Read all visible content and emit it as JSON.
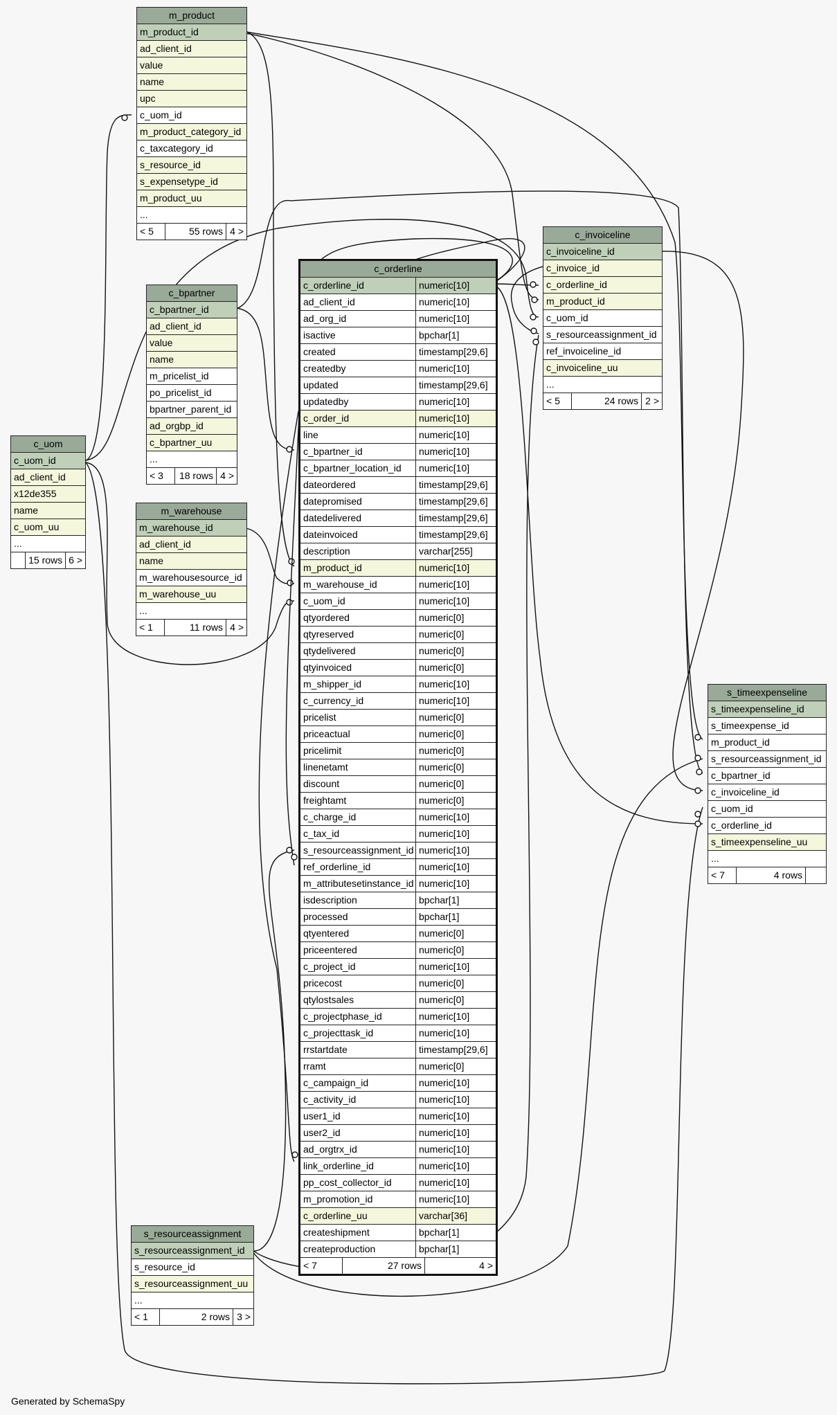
{
  "footer_text": "Generated by SchemaSpy",
  "colors": {
    "header": "#9aaa98",
    "primary_key": "#bfcfb8",
    "indexed": "#f4f7dc",
    "background": "#f7f7f7"
  },
  "tables": {
    "m_product": {
      "name": "m_product",
      "columns": [
        {
          "name": "m_product_id",
          "kind": "pk"
        },
        {
          "name": "ad_client_id",
          "kind": "idx"
        },
        {
          "name": "value",
          "kind": "idx"
        },
        {
          "name": "name",
          "kind": "idx"
        },
        {
          "name": "upc",
          "kind": "idx"
        },
        {
          "name": "c_uom_id",
          "kind": "plain"
        },
        {
          "name": "m_product_category_id",
          "kind": "idx"
        },
        {
          "name": "c_taxcategory_id",
          "kind": "plain"
        },
        {
          "name": "s_resource_id",
          "kind": "idx"
        },
        {
          "name": "s_expensetype_id",
          "kind": "idx"
        },
        {
          "name": "m_product_uu",
          "kind": "idx"
        },
        {
          "name": "...",
          "kind": "ell"
        }
      ],
      "footer": {
        "left": "< 5",
        "rows": "55 rows",
        "right": "4 >"
      }
    },
    "c_bpartner": {
      "name": "c_bpartner",
      "columns": [
        {
          "name": "c_bpartner_id",
          "kind": "pk"
        },
        {
          "name": "ad_client_id",
          "kind": "idx"
        },
        {
          "name": "value",
          "kind": "idx"
        },
        {
          "name": "name",
          "kind": "idx"
        },
        {
          "name": "m_pricelist_id",
          "kind": "plain"
        },
        {
          "name": "po_pricelist_id",
          "kind": "plain"
        },
        {
          "name": "bpartner_parent_id",
          "kind": "plain"
        },
        {
          "name": "ad_orgbp_id",
          "kind": "idx"
        },
        {
          "name": "c_bpartner_uu",
          "kind": "idx"
        },
        {
          "name": "...",
          "kind": "ell"
        }
      ],
      "footer": {
        "left": "< 3",
        "rows": "18 rows",
        "right": "4 >"
      }
    },
    "c_uom": {
      "name": "c_uom",
      "columns": [
        {
          "name": "c_uom_id",
          "kind": "pk"
        },
        {
          "name": "ad_client_id",
          "kind": "idx"
        },
        {
          "name": "x12de355",
          "kind": "idx"
        },
        {
          "name": "name",
          "kind": "idx"
        },
        {
          "name": "c_uom_uu",
          "kind": "idx"
        },
        {
          "name": "...",
          "kind": "ell"
        }
      ],
      "footer": {
        "left": "",
        "rows": "15 rows",
        "right": "6 >"
      }
    },
    "m_warehouse": {
      "name": "m_warehouse",
      "columns": [
        {
          "name": "m_warehouse_id",
          "kind": "pk"
        },
        {
          "name": "ad_client_id",
          "kind": "idx"
        },
        {
          "name": "name",
          "kind": "idx"
        },
        {
          "name": "m_warehousesource_id",
          "kind": "plain"
        },
        {
          "name": "m_warehouse_uu",
          "kind": "idx"
        },
        {
          "name": "...",
          "kind": "ell"
        }
      ],
      "footer": {
        "left": "< 1",
        "rows": "11 rows",
        "right": "4 >"
      }
    },
    "s_resourceassignment": {
      "name": "s_resourceassignment",
      "columns": [
        {
          "name": "s_resourceassignment_id",
          "kind": "pk"
        },
        {
          "name": "s_resource_id",
          "kind": "plain"
        },
        {
          "name": "s_resourceassignment_uu",
          "kind": "idx"
        },
        {
          "name": "...",
          "kind": "ell"
        }
      ],
      "footer": {
        "left": "< 1",
        "rows": "2 rows",
        "right": "3 >"
      }
    },
    "c_invoiceline": {
      "name": "c_invoiceline",
      "columns": [
        {
          "name": "c_invoiceline_id",
          "kind": "pk"
        },
        {
          "name": "c_invoice_id",
          "kind": "idx"
        },
        {
          "name": "c_orderline_id",
          "kind": "idx"
        },
        {
          "name": "m_product_id",
          "kind": "idx"
        },
        {
          "name": "c_uom_id",
          "kind": "plain"
        },
        {
          "name": "s_resourceassignment_id",
          "kind": "plain"
        },
        {
          "name": "ref_invoiceline_id",
          "kind": "plain"
        },
        {
          "name": "c_invoiceline_uu",
          "kind": "idx"
        },
        {
          "name": "...",
          "kind": "ell"
        }
      ],
      "footer": {
        "left": "< 5",
        "rows": "24 rows",
        "right": "2 >"
      }
    },
    "s_timeexpenseline": {
      "name": "s_timeexpenseline",
      "columns": [
        {
          "name": "s_timeexpenseline_id",
          "kind": "pk"
        },
        {
          "name": "s_timeexpense_id",
          "kind": "plain"
        },
        {
          "name": "m_product_id",
          "kind": "plain"
        },
        {
          "name": "s_resourceassignment_id",
          "kind": "plain"
        },
        {
          "name": "c_bpartner_id",
          "kind": "plain"
        },
        {
          "name": "c_invoiceline_id",
          "kind": "plain"
        },
        {
          "name": "c_uom_id",
          "kind": "plain"
        },
        {
          "name": "c_orderline_id",
          "kind": "plain"
        },
        {
          "name": "s_timeexpenseline_uu",
          "kind": "idx"
        },
        {
          "name": "...",
          "kind": "ell"
        }
      ],
      "footer": {
        "left": "< 7",
        "rows": "4 rows",
        "right": ""
      }
    },
    "c_orderline": {
      "name": "c_orderline",
      "columns": [
        {
          "name": "c_orderline_id",
          "type": "numeric[10]",
          "kind": "pk"
        },
        {
          "name": "ad_client_id",
          "type": "numeric[10]",
          "kind": "plain"
        },
        {
          "name": "ad_org_id",
          "type": "numeric[10]",
          "kind": "plain"
        },
        {
          "name": "isactive",
          "type": "bpchar[1]",
          "kind": "plain"
        },
        {
          "name": "created",
          "type": "timestamp[29,6]",
          "kind": "plain"
        },
        {
          "name": "createdby",
          "type": "numeric[10]",
          "kind": "plain"
        },
        {
          "name": "updated",
          "type": "timestamp[29,6]",
          "kind": "plain"
        },
        {
          "name": "updatedby",
          "type": "numeric[10]",
          "kind": "plain"
        },
        {
          "name": "c_order_id",
          "type": "numeric[10]",
          "kind": "idx"
        },
        {
          "name": "line",
          "type": "numeric[10]",
          "kind": "plain"
        },
        {
          "name": "c_bpartner_id",
          "type": "numeric[10]",
          "kind": "plain"
        },
        {
          "name": "c_bpartner_location_id",
          "type": "numeric[10]",
          "kind": "plain"
        },
        {
          "name": "dateordered",
          "type": "timestamp[29,6]",
          "kind": "plain"
        },
        {
          "name": "datepromised",
          "type": "timestamp[29,6]",
          "kind": "plain"
        },
        {
          "name": "datedelivered",
          "type": "timestamp[29,6]",
          "kind": "plain"
        },
        {
          "name": "dateinvoiced",
          "type": "timestamp[29,6]",
          "kind": "plain"
        },
        {
          "name": "description",
          "type": "varchar[255]",
          "kind": "plain"
        },
        {
          "name": "m_product_id",
          "type": "numeric[10]",
          "kind": "idx"
        },
        {
          "name": "m_warehouse_id",
          "type": "numeric[10]",
          "kind": "plain"
        },
        {
          "name": "c_uom_id",
          "type": "numeric[10]",
          "kind": "plain"
        },
        {
          "name": "qtyordered",
          "type": "numeric[0]",
          "kind": "plain"
        },
        {
          "name": "qtyreserved",
          "type": "numeric[0]",
          "kind": "plain"
        },
        {
          "name": "qtydelivered",
          "type": "numeric[0]",
          "kind": "plain"
        },
        {
          "name": "qtyinvoiced",
          "type": "numeric[0]",
          "kind": "plain"
        },
        {
          "name": "m_shipper_id",
          "type": "numeric[10]",
          "kind": "plain"
        },
        {
          "name": "c_currency_id",
          "type": "numeric[10]",
          "kind": "plain"
        },
        {
          "name": "pricelist",
          "type": "numeric[0]",
          "kind": "plain"
        },
        {
          "name": "priceactual",
          "type": "numeric[0]",
          "kind": "plain"
        },
        {
          "name": "pricelimit",
          "type": "numeric[0]",
          "kind": "plain"
        },
        {
          "name": "linenetamt",
          "type": "numeric[0]",
          "kind": "plain"
        },
        {
          "name": "discount",
          "type": "numeric[0]",
          "kind": "plain"
        },
        {
          "name": "freightamt",
          "type": "numeric[0]",
          "kind": "plain"
        },
        {
          "name": "c_charge_id",
          "type": "numeric[10]",
          "kind": "plain"
        },
        {
          "name": "c_tax_id",
          "type": "numeric[10]",
          "kind": "plain"
        },
        {
          "name": "s_resourceassignment_id",
          "type": "numeric[10]",
          "kind": "plain"
        },
        {
          "name": "ref_orderline_id",
          "type": "numeric[10]",
          "kind": "plain"
        },
        {
          "name": "m_attributesetinstance_id",
          "type": "numeric[10]",
          "kind": "plain"
        },
        {
          "name": "isdescription",
          "type": "bpchar[1]",
          "kind": "plain"
        },
        {
          "name": "processed",
          "type": "bpchar[1]",
          "kind": "plain"
        },
        {
          "name": "qtyentered",
          "type": "numeric[0]",
          "kind": "plain"
        },
        {
          "name": "priceentered",
          "type": "numeric[0]",
          "kind": "plain"
        },
        {
          "name": "c_project_id",
          "type": "numeric[10]",
          "kind": "plain"
        },
        {
          "name": "pricecost",
          "type": "numeric[0]",
          "kind": "plain"
        },
        {
          "name": "qtylostsales",
          "type": "numeric[0]",
          "kind": "plain"
        },
        {
          "name": "c_projectphase_id",
          "type": "numeric[10]",
          "kind": "plain"
        },
        {
          "name": "c_projecttask_id",
          "type": "numeric[10]",
          "kind": "plain"
        },
        {
          "name": "rrstartdate",
          "type": "timestamp[29,6]",
          "kind": "plain"
        },
        {
          "name": "rramt",
          "type": "numeric[0]",
          "kind": "plain"
        },
        {
          "name": "c_campaign_id",
          "type": "numeric[10]",
          "kind": "plain"
        },
        {
          "name": "c_activity_id",
          "type": "numeric[10]",
          "kind": "plain"
        },
        {
          "name": "user1_id",
          "type": "numeric[10]",
          "kind": "plain"
        },
        {
          "name": "user2_id",
          "type": "numeric[10]",
          "kind": "plain"
        },
        {
          "name": "ad_orgtrx_id",
          "type": "numeric[10]",
          "kind": "plain"
        },
        {
          "name": "link_orderline_id",
          "type": "numeric[10]",
          "kind": "plain"
        },
        {
          "name": "pp_cost_collector_id",
          "type": "numeric[10]",
          "kind": "plain"
        },
        {
          "name": "m_promotion_id",
          "type": "numeric[10]",
          "kind": "plain"
        },
        {
          "name": "c_orderline_uu",
          "type": "varchar[36]",
          "kind": "idx"
        },
        {
          "name": "createshipment",
          "type": "bpchar[1]",
          "kind": "plain"
        },
        {
          "name": "createproduction",
          "type": "bpchar[1]",
          "kind": "plain"
        }
      ],
      "footer": {
        "left": "< 7",
        "rows": "27 rows",
        "right": "4 >"
      }
    }
  }
}
